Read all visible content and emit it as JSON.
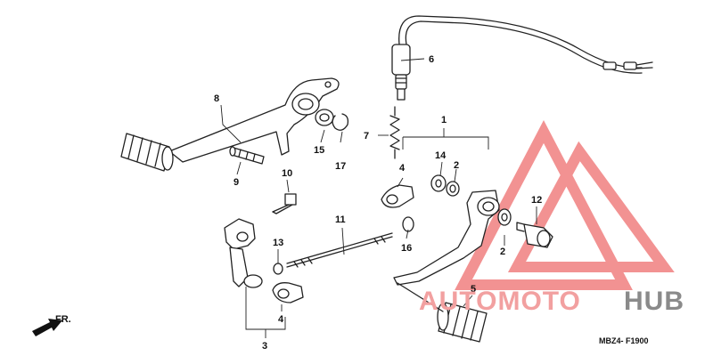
{
  "diagram": {
    "part_labels": [
      "1",
      "2",
      "2",
      "3",
      "4",
      "4",
      "5",
      "6",
      "7",
      "8",
      "9",
      "10",
      "11",
      "12",
      "13",
      "14",
      "15",
      "16",
      "17"
    ],
    "direction_label": "FR.",
    "diagram_code": "MBZ4- F1900"
  },
  "watermark": {
    "text_primary": "AUTOMOTO",
    "text_secondary": "HUB",
    "color_primary": "#f2a0a0",
    "color_secondary": "#8a8a8a",
    "logo_color": "#f08080"
  }
}
